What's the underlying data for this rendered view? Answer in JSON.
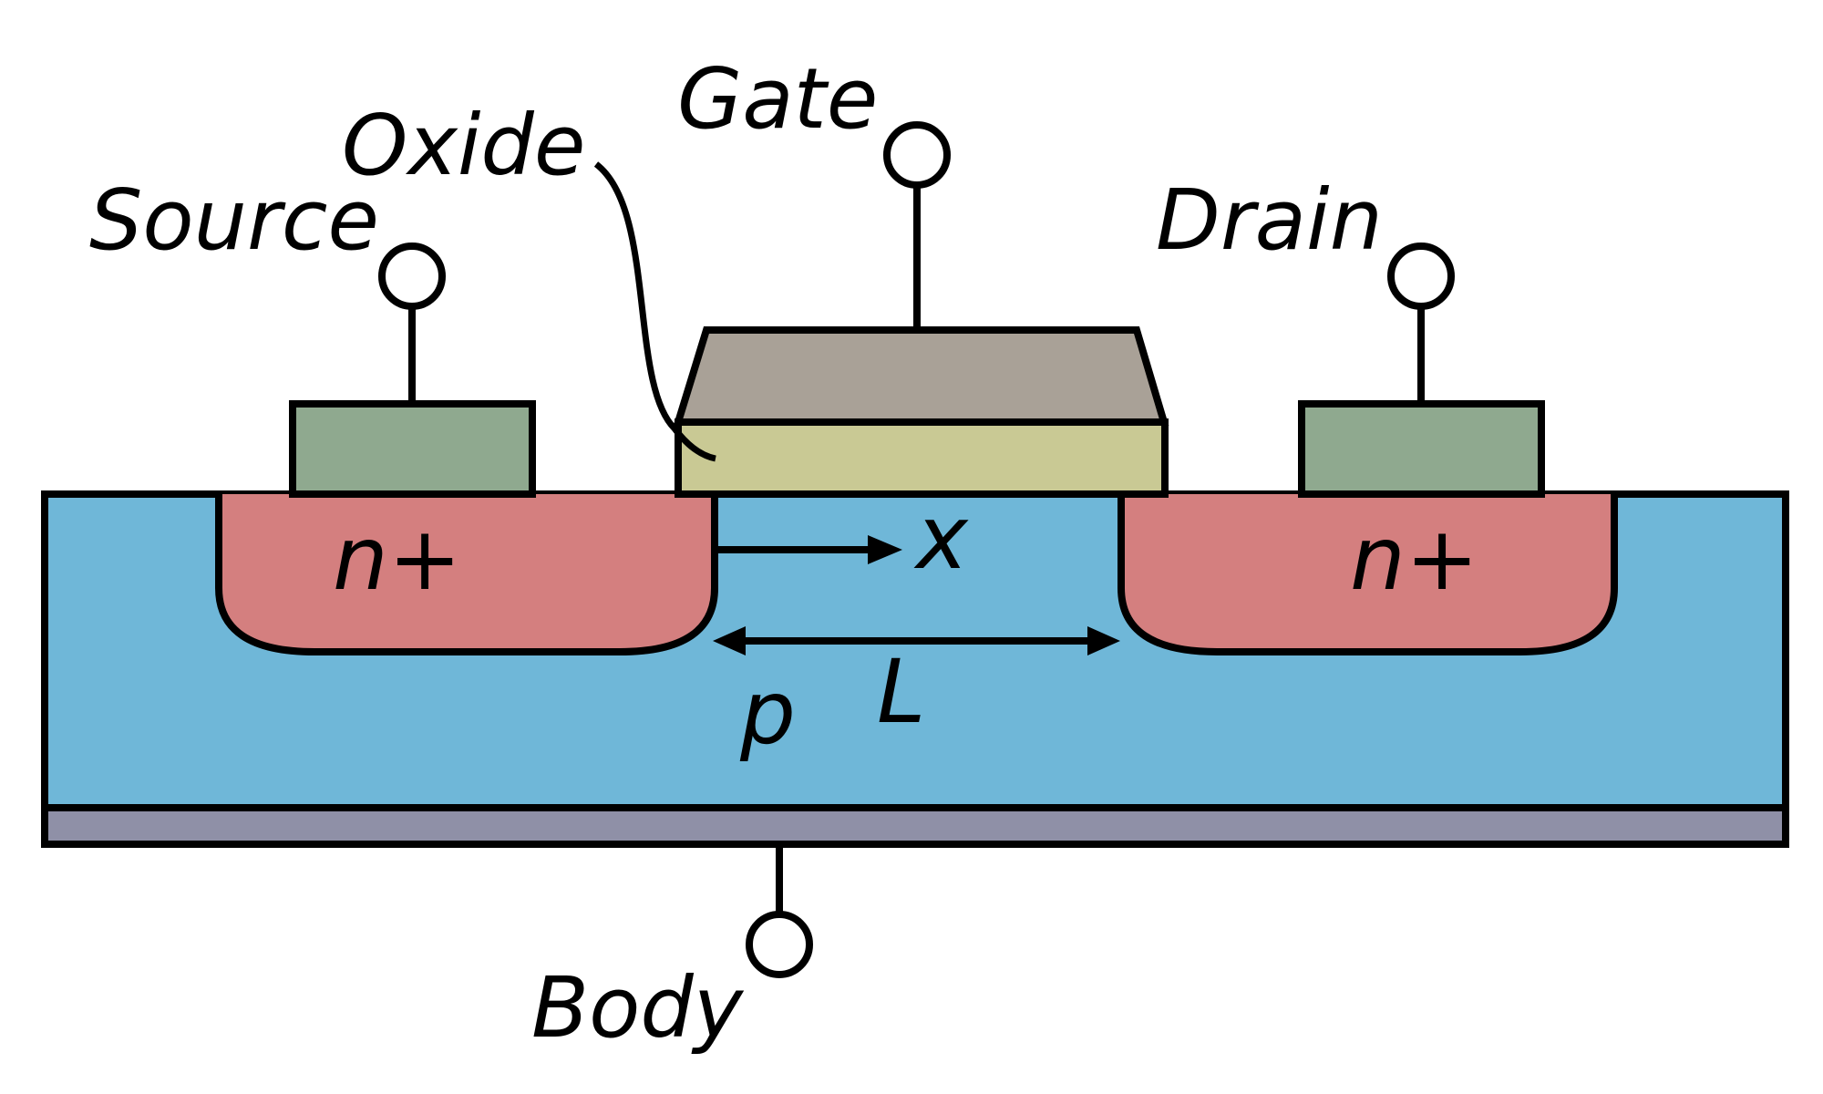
{
  "labels": {
    "source": "Source",
    "oxide": "Oxide",
    "gate": "Gate",
    "drain": "Drain",
    "body": "Body",
    "n_plus_left": "n+",
    "n_plus_right": "n+",
    "x": "x",
    "l": "L",
    "p": "p"
  },
  "colors": {
    "substrate": "#6fb7d8",
    "n_plus": "#d47f7f",
    "contact": "#8fa98f",
    "gate": "#a9a197",
    "oxide": "#c9c994",
    "body_plate": "#8f90a7",
    "outline": "#000000"
  }
}
